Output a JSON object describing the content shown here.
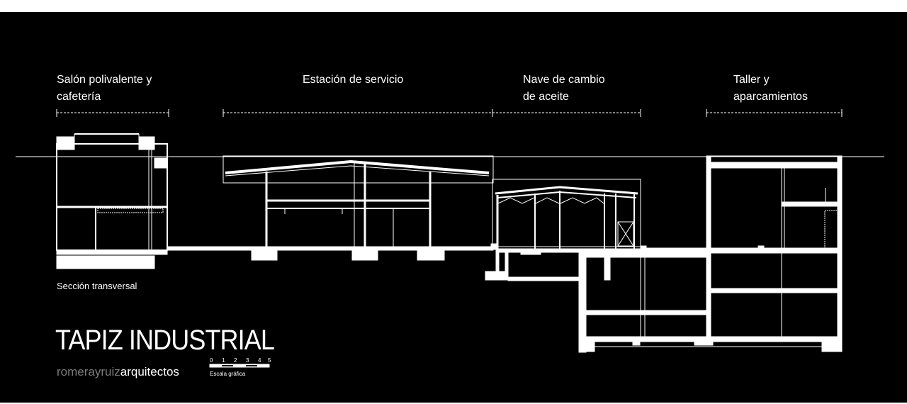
{
  "zones": [
    {
      "label": "Salón polivalente y\ncafetería"
    },
    {
      "label": "Estación de servicio"
    },
    {
      "label": "Nave de cambio\nde aceite"
    },
    {
      "label": "Taller y\naparcamientos"
    }
  ],
  "drawing": {
    "caption": "Sección transversal",
    "line_color": "#ffffff",
    "background": "#000000"
  },
  "brand": {
    "title": "TAPIZ INDUSTRIAL",
    "firm_part1": "romerayruiz",
    "firm_part2": "arquitectos",
    "firm_colors": [
      "#7b7b7b",
      "#ffffff"
    ]
  },
  "scale": {
    "label": "Escala gráfica",
    "ticks": [
      "0",
      "1",
      "2",
      "3",
      "4",
      "5"
    ]
  }
}
